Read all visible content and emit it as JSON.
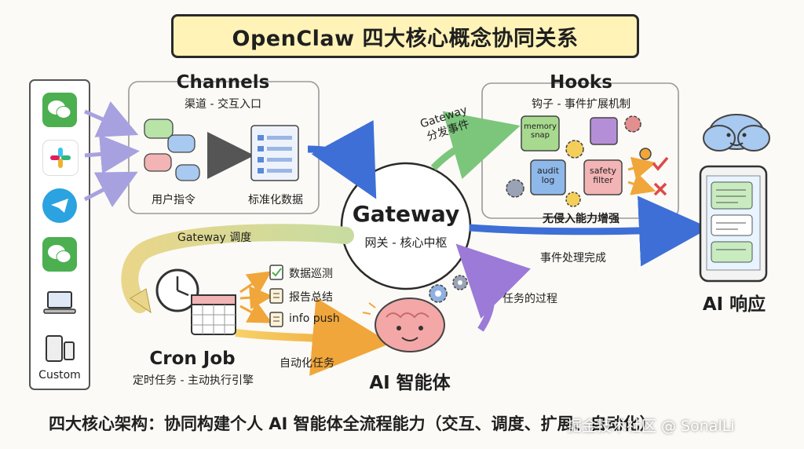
{
  "title": "OpenClaw 四大核心概念协同关系",
  "channels": {
    "heading": "Channels",
    "subtitle": "渠道 - 交互入口",
    "user_cmd": "用户指令",
    "standardize": "标准化数据",
    "platforms": [
      "wechat-icon",
      "slack-icon",
      "telegram-icon",
      "wechat-icon",
      "laptop-icon",
      "tablet-phone-icon"
    ],
    "custom_label": "Custom"
  },
  "hooks": {
    "heading": "Hooks",
    "subtitle": "钩子 - 事件扩展机制",
    "memory": [
      "memory",
      "snap"
    ],
    "audit": [
      "audit",
      "log"
    ],
    "safety": [
      "safety",
      "filter"
    ],
    "enhance": "无侵入能力增强"
  },
  "gateway": {
    "heading": "Gateway",
    "subtitle": "网关 - 核心中枢",
    "dispatch_label": [
      "Gateway",
      "分发事件"
    ],
    "schedule_label": "Gateway 调度",
    "done_label": "事件处理完成",
    "task_process": "任务的过程"
  },
  "cron": {
    "heading": "Cron Job",
    "subtitle": "定时任务 - 主动执行引擎",
    "tasks": [
      "数据巡测",
      "报告总结",
      "info push"
    ],
    "auto_task": "自动化任务"
  },
  "agent": {
    "heading": "AI 智能体"
  },
  "response": {
    "heading": "AI 响应"
  },
  "footer": "四大核心架构：协同构建个人 AI 智能体全流程能力（交互、调度、扩展、自动化）",
  "watermark": "掘金技术社区 @ SonalLi",
  "colors": {
    "title_fill": "#fff3b8",
    "arrow_green": "#7bc67b",
    "arrow_blue": "#3e6fd6",
    "arrow_purple": "#9b7ad8",
    "arrow_orange": "#f0a63a"
  }
}
